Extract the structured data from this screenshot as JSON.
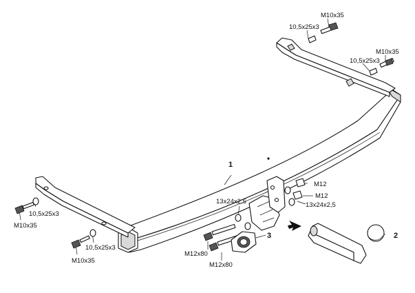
{
  "labels": {
    "bolt_m10x35_top_a": "M10x35",
    "washer_top_a": "10,5x25x3",
    "bolt_m10x35_top_b": "M10x35",
    "washer_top_b": "10,5x25x3",
    "bolt_m10x35_left": "M10x35",
    "washer_left": "10,5x25x3",
    "bolt_m10x35_bottom": "M10x35",
    "washer_bottom": "10,5x25x3",
    "washer_mid_left": "13x24x2,5",
    "nut_m12_a": "M12",
    "nut_m12_b": "M12",
    "washer_mid_right": "13x24x2,5",
    "bolt_m12x80_a": "M12x80",
    "bolt_m12x80_b": "M12x80"
  },
  "callouts": {
    "part_1": "1",
    "part_2": "2",
    "part_3": "3"
  }
}
